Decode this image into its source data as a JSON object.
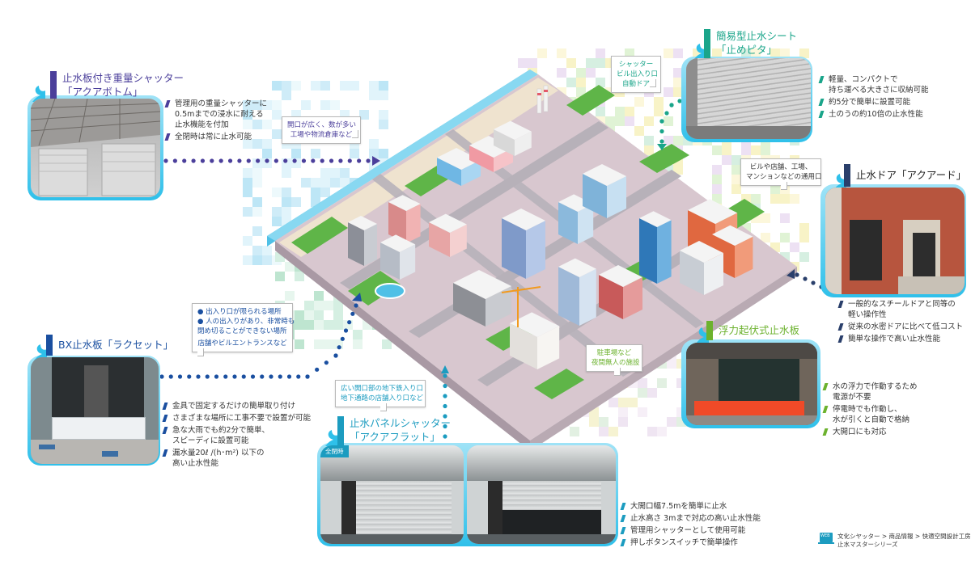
{
  "products": [
    {
      "id": "aqua-bottom",
      "title": "止水板付き重量シャッター\n「アクアボトム」",
      "accent": "#4b3f9b",
      "features": [
        "管理用の重量シャッターに\n0.5mまでの浸水に耐える\n止水機能を付加",
        "全閉時は常に止水可能"
      ]
    },
    {
      "id": "tomepita",
      "title": "簡易型止水シート\n「止めピタ」",
      "accent": "#1aa58a",
      "features": [
        "軽量、コンパクトで\n持ち運べる大きさに収納可能",
        "約5分で簡単に設置可能",
        "土のうの約10倍の止水性能"
      ]
    },
    {
      "id": "aqua-ard",
      "title": "止水ドア「アクアード」",
      "accent": "#2a3f6b",
      "features": [
        "一般的なスチールドアと同等の\n軽い操作性",
        "従来の水密ドアに比べて低コスト",
        "簡単な操作で高い止水性能"
      ]
    },
    {
      "id": "floating",
      "title": "浮力起伏式止水板",
      "accent": "#6cb22e",
      "features": [
        "水の浮力で作動するため\n電源が不要",
        "停電時でも作動し、\n水が引くと自動で格納",
        "大開口にも対応"
      ]
    },
    {
      "id": "raxet",
      "title": "BX止水板「ラクセット」",
      "accent": "#1a4fa0",
      "features": [
        "金具で固定するだけの簡単取り付け",
        "さまざまな場所に工事不要で設置が可能",
        "急な大雨でも約2分で簡単、\nスピーディに設置可能",
        "漏水量20ℓ /(h･m²) 以下の\n高い止水性能"
      ]
    },
    {
      "id": "aqua-flat",
      "title": "止水パネルシャッター\n「アクアフラット」",
      "accent": "#1c9cc0",
      "photo_badge": "全閉時",
      "features": [
        "大開口幅7.5mを簡単に止水",
        "止水高さ 3mまで対応の高い止水性能",
        "管理用シャッターとして使用可能",
        "押しボタンスイッチで簡単操作"
      ]
    }
  ],
  "callouts": {
    "factory": "開口が広く、数が多い\n工場や物流倉庫など",
    "shutter": "シャッター\nビル出入り口\n自動ドア",
    "building": "ビルや店舗、工場、\nマンションなどの通用口",
    "entrance_lines": [
      "出入り口が限られる場所",
      "人の出入りがあり、非常時も\n閉め切ることができない場所"
    ],
    "entrance_note": "店舗やビルエントランスなど",
    "subway": "広い開口部の地下鉄入り口\n地下通路の店舗入り口など",
    "parking": "駐車場など\n夜間無人の施設"
  },
  "footer": {
    "icon": "web-icon",
    "icon_label": "WEB",
    "breadcrumb": "文化シヤッター > 商品情報 > 快適空間設計工房\n止水マスターシリーズ"
  },
  "colors": {
    "sea": "#5cc6e8",
    "ground": "#d9c8d0",
    "grass": "#5fb548",
    "road": "#b9b2b8"
  }
}
